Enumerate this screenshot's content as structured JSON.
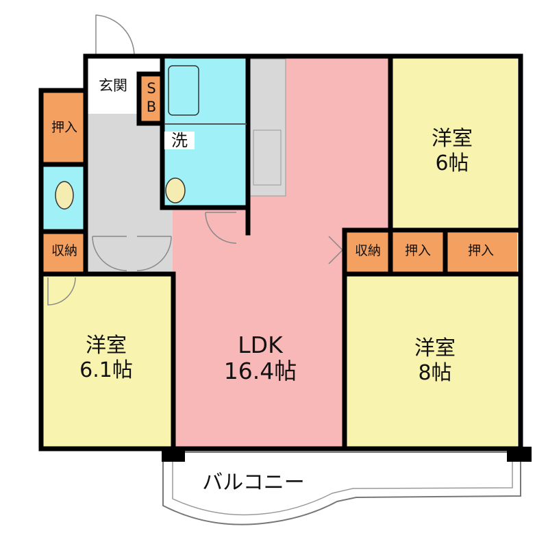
{
  "floorplan": {
    "colors": {
      "wall": "#000000",
      "ldk": "#f8b8b8",
      "western_room": "#f8f4b0",
      "storage": "#f4a060",
      "water": "#a0f0f8",
      "hall": "#d8d8d8",
      "balcony": "#ffffff"
    },
    "entrance_label": "玄関",
    "shoebox_label_s": "S",
    "shoebox_label_b": "B",
    "washroom_label": "洗",
    "closet_top_left": "押入",
    "storage_left": "収納",
    "room_top_right": {
      "name": "洋室",
      "size": "6帖"
    },
    "room_bottom_left": {
      "name": "洋室",
      "size": "6.1帖"
    },
    "room_ldk": {
      "name": "LDK",
      "size": "16.4帖"
    },
    "room_bottom_right": {
      "name": "洋室",
      "size": "8帖"
    },
    "storage_middle": "収納",
    "closet_middle_a": "押入",
    "closet_middle_b": "押入",
    "balcony_label": "バルコニー"
  }
}
